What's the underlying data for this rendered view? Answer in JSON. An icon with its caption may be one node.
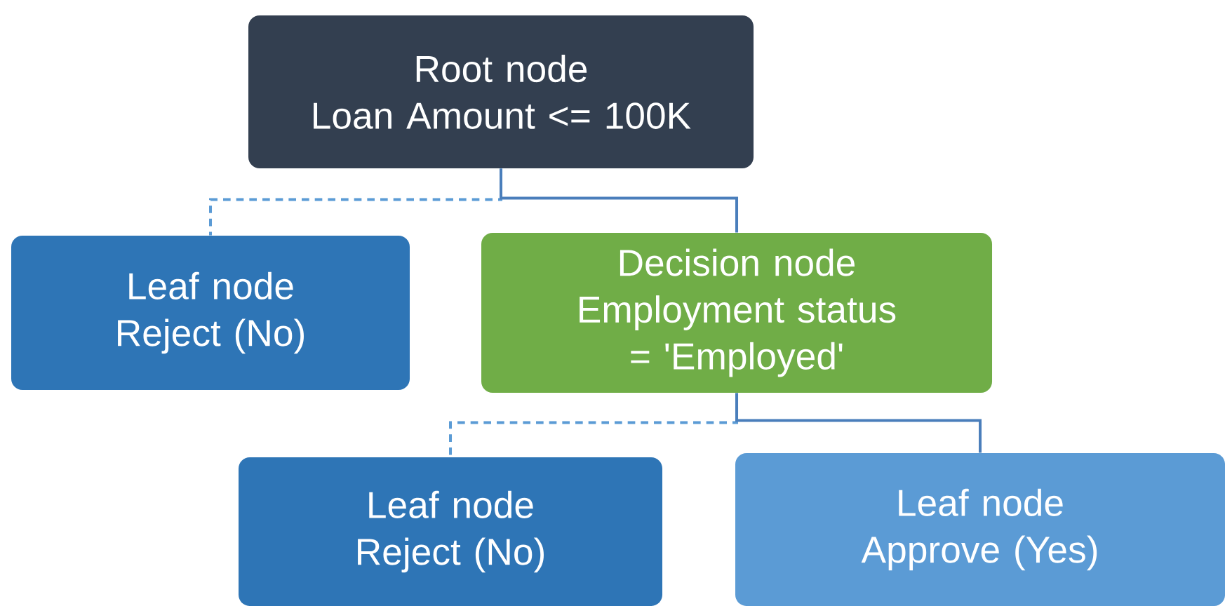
{
  "diagram": {
    "nodes": [
      {
        "text": [
          "Root node",
          "Loan Amount <= 100K"
        ]
      },
      {
        "text": [
          "Leaf node",
          "Reject (No)"
        ]
      },
      {
        "text": [
          "Decision node",
          "Employment status = 'Employed'"
        ]
      },
      {
        "text": [
          "Leaf node",
          "Reject (No)"
        ]
      },
      {
        "text": [
          "Leaf node",
          "Approve (Yes)"
        ]
      }
    ],
    "edges": [
      {
        "from": 0,
        "to": 1,
        "arrow": "none",
        "style": "dashed",
        "color": "#5b9bd5"
      },
      {
        "from": 0,
        "to": 2,
        "arrow": "none",
        "color": "#4a7ebb"
      },
      {
        "from": 2,
        "to": 3,
        "arrow": "none",
        "style": "dashed",
        "color": "#5b9bd5"
      },
      {
        "from": 2,
        "to": 4,
        "arrow": "none",
        "color": "#4a7ebb"
      }
    ]
  }
}
